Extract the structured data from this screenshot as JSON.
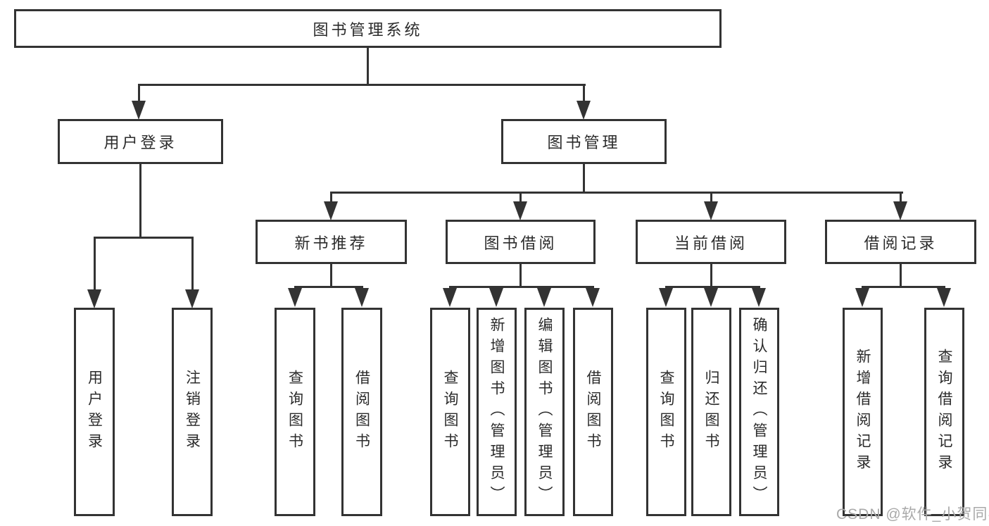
{
  "diagram": {
    "root": {
      "label": "图书管理系统"
    },
    "level2": [
      {
        "label": "用户登录"
      },
      {
        "label": "图书管理"
      }
    ],
    "level3": [
      {
        "label": "新书推荐"
      },
      {
        "label": "图书借阅"
      },
      {
        "label": "当前借阅"
      },
      {
        "label": "借阅记录"
      }
    ],
    "leaves": {
      "user_login": [
        "用户登录",
        "注销登录"
      ],
      "new_book_recommend": [
        "查询图书",
        "借阅图书"
      ],
      "book_borrow": [
        "查询图书",
        "新增图书（管理员）",
        "编辑图书（管理员）",
        "借阅图书"
      ],
      "current_borrow": [
        "查询图书",
        "归还图书",
        "确认归还（管理员）"
      ],
      "borrow_record": [
        "新增借阅记录",
        "查询借阅记录"
      ]
    }
  },
  "colors": {
    "line": "#333333",
    "watermark_text": "#a9a9a9",
    "background": "#ffffff"
  },
  "watermark": {
    "text": "CSDN @软件_小贺同学"
  }
}
